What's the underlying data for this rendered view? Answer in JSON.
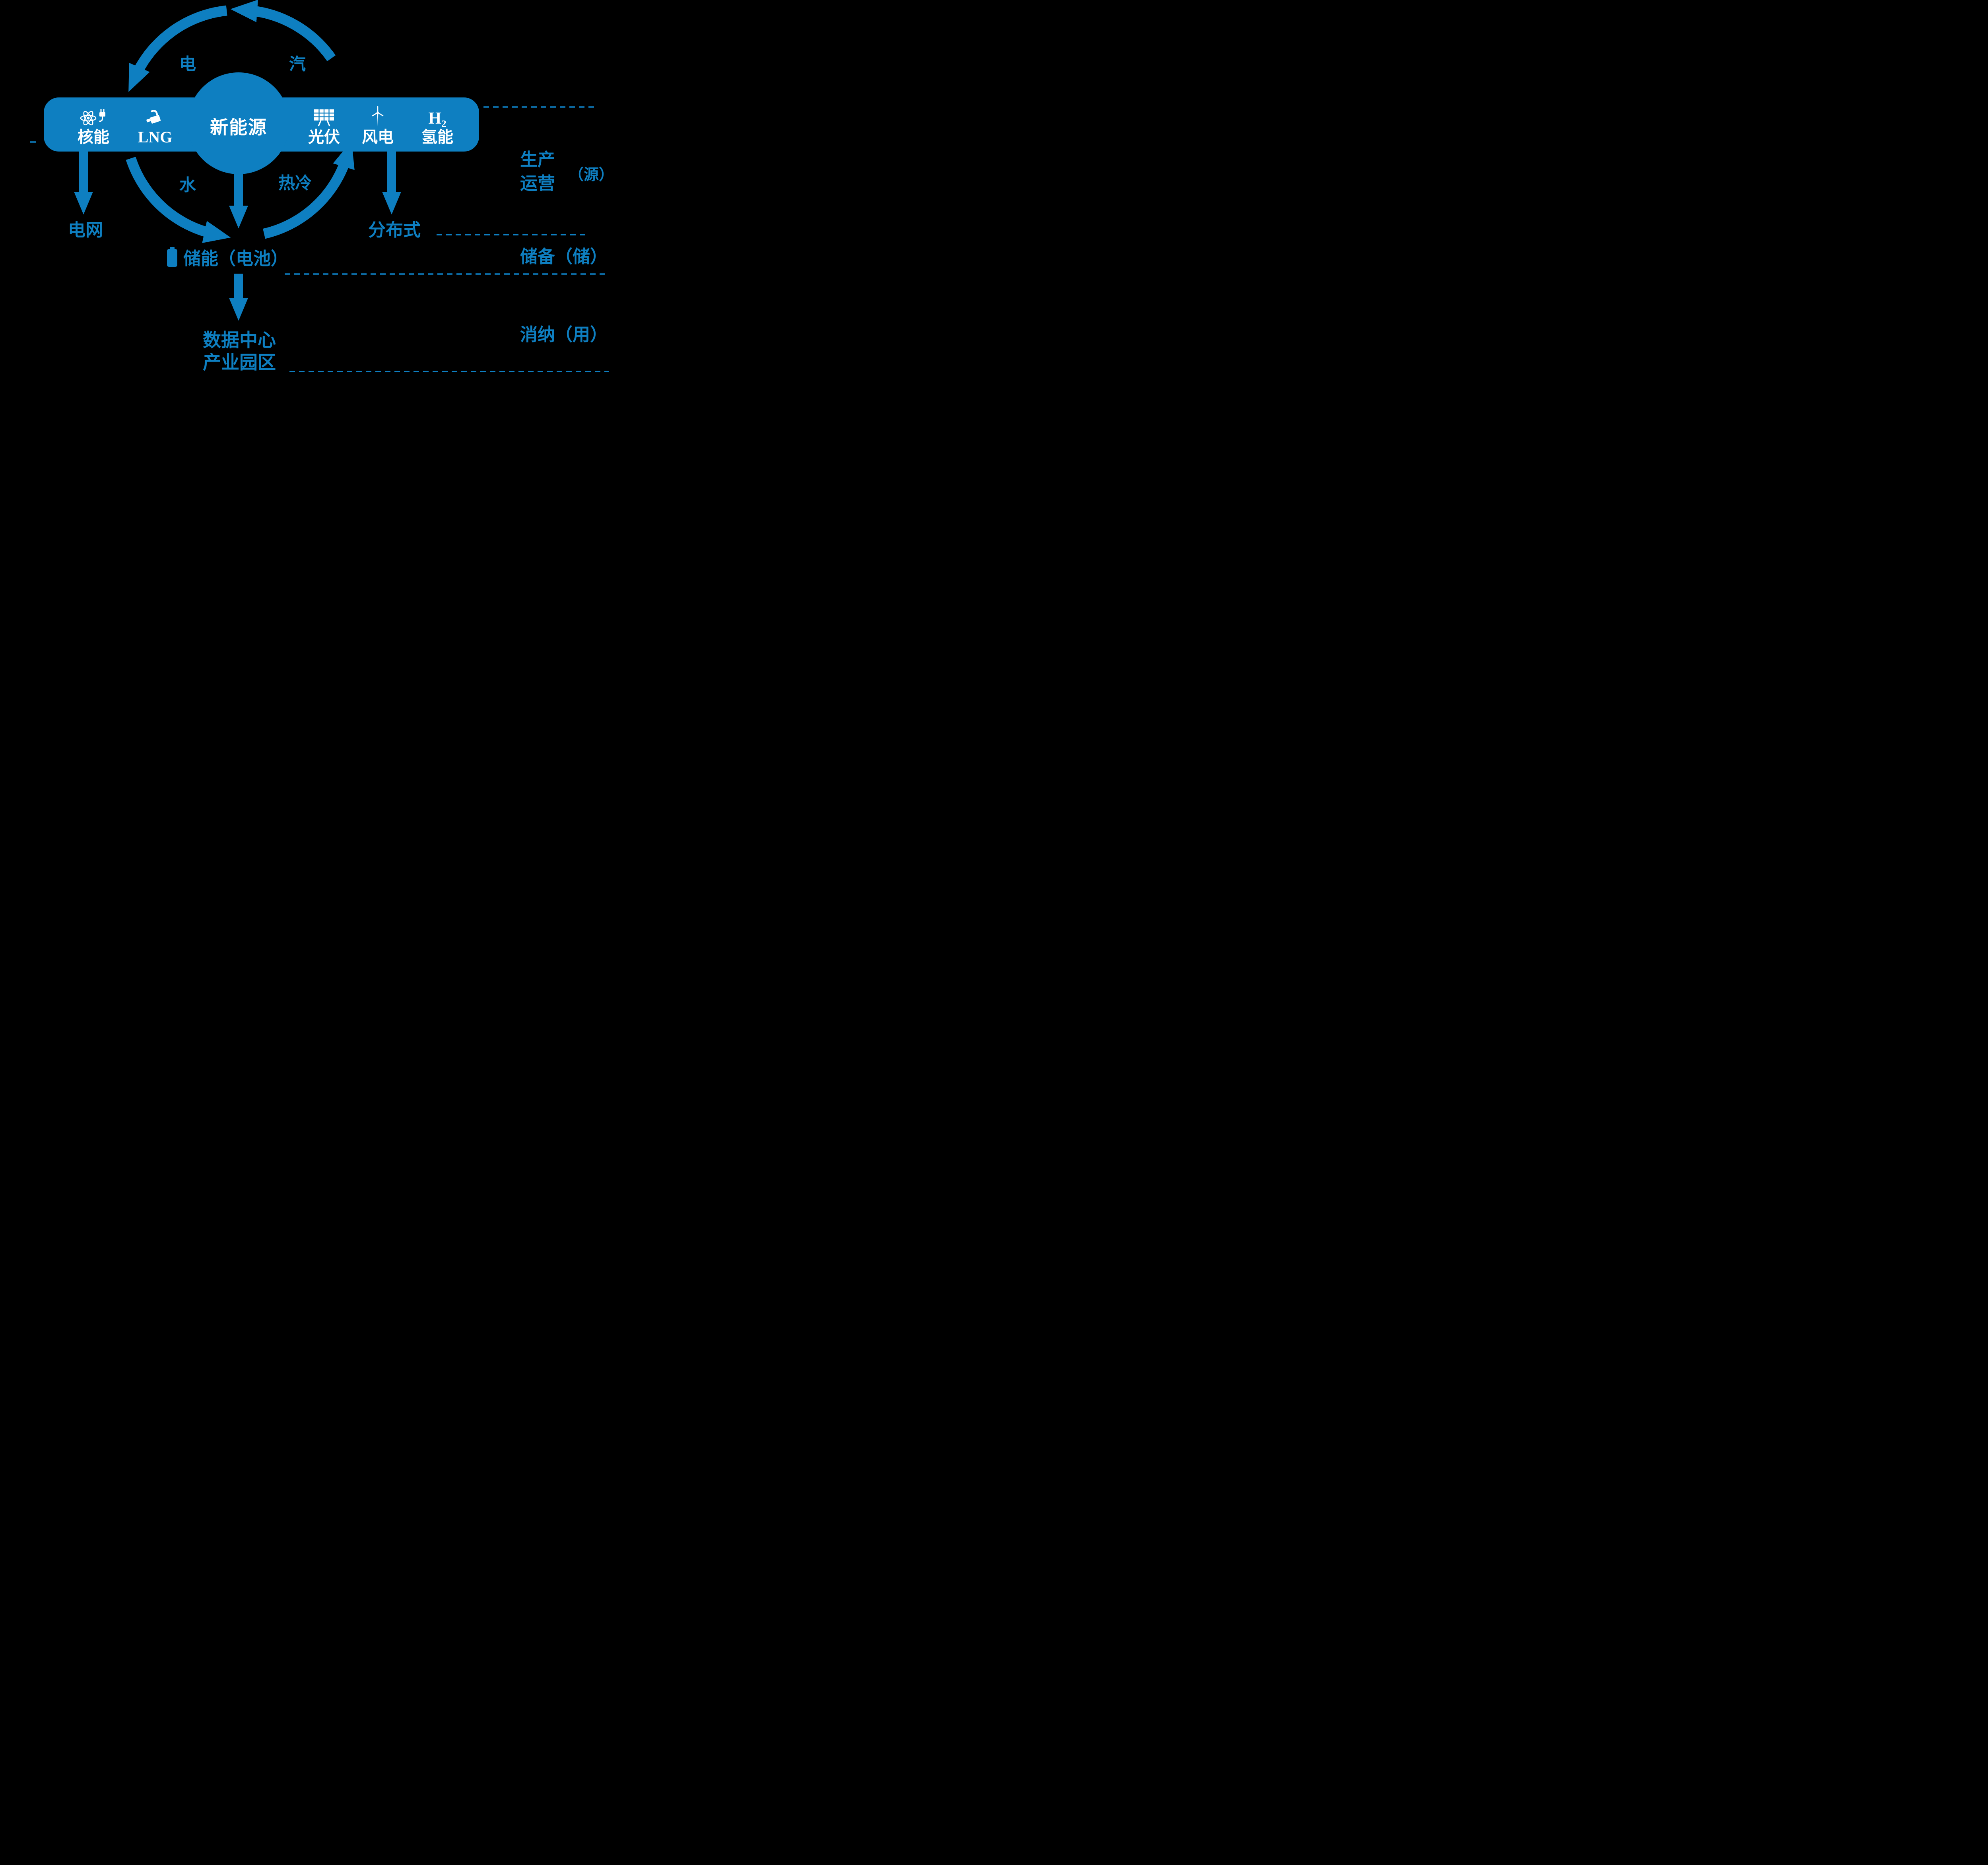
{
  "colors": {
    "background": "#000000",
    "accent": "#0e7fc1",
    "text_on_accent": "#ffffff"
  },
  "hub": {
    "label": "新能源"
  },
  "energy_bar": {
    "items": [
      {
        "label": "核能",
        "icon": "atom-plug-icon"
      },
      {
        "label": "LNG",
        "icon": "fuel-nozzle-icon"
      },
      {
        "label": "光伏",
        "icon": "solar-panel-icon"
      },
      {
        "label": "风电",
        "icon": "wind-turbine-icon"
      },
      {
        "label": "氢能",
        "icon": "hydrogen-icon",
        "icon_text": "H₂"
      }
    ]
  },
  "cycle": {
    "electricity": "电",
    "steam": "汽",
    "water": "水",
    "heat_cold": "热冷"
  },
  "nodes": {
    "grid": "电网",
    "distributed": "分布式",
    "storage": "储能（电池）",
    "load_line1": "数据中心",
    "load_line2": "产业园区"
  },
  "stages": {
    "production_line1": "生产",
    "production_line2": "运营",
    "production_tag": "（源）",
    "storage_tag": "储备（储）",
    "consumption_tag": "消纳（用）"
  }
}
